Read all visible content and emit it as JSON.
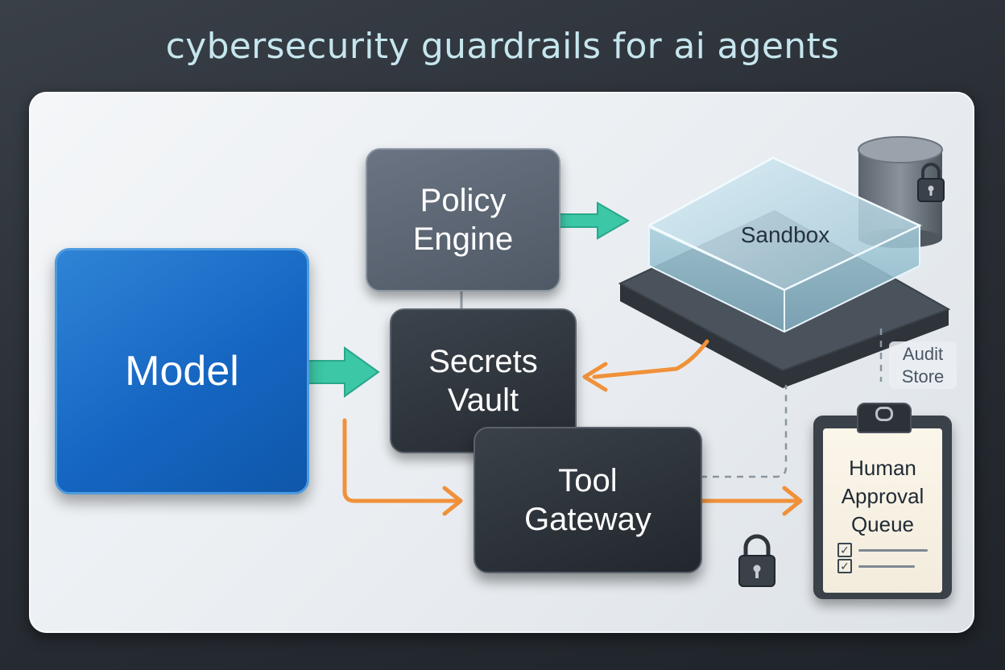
{
  "title": "cybersecurity guardrails for ai agents",
  "nodes": {
    "model": "Model",
    "policy_engine": {
      "line1": "Policy",
      "line2": "Engine"
    },
    "secrets_vault": {
      "line1": "Secrets",
      "line2": "Vault"
    },
    "tool_gateway": {
      "line1": "Tool",
      "line2": "Gateway"
    },
    "sandbox": "Sandbox",
    "audit_store": {
      "line1": "Audit",
      "line2": "Store"
    },
    "human_approval_queue": {
      "line1": "Human",
      "line2": "Approval",
      "line3": "Queue"
    }
  },
  "colors": {
    "model_blue": "#1566c2",
    "teal_arrow": "#3cc7a6",
    "orange_arrow": "#f0913a",
    "dark_box": "#262b31"
  },
  "icons": [
    "lock-icon",
    "database-icon",
    "clipboard-icon",
    "checkbox-icon"
  ]
}
